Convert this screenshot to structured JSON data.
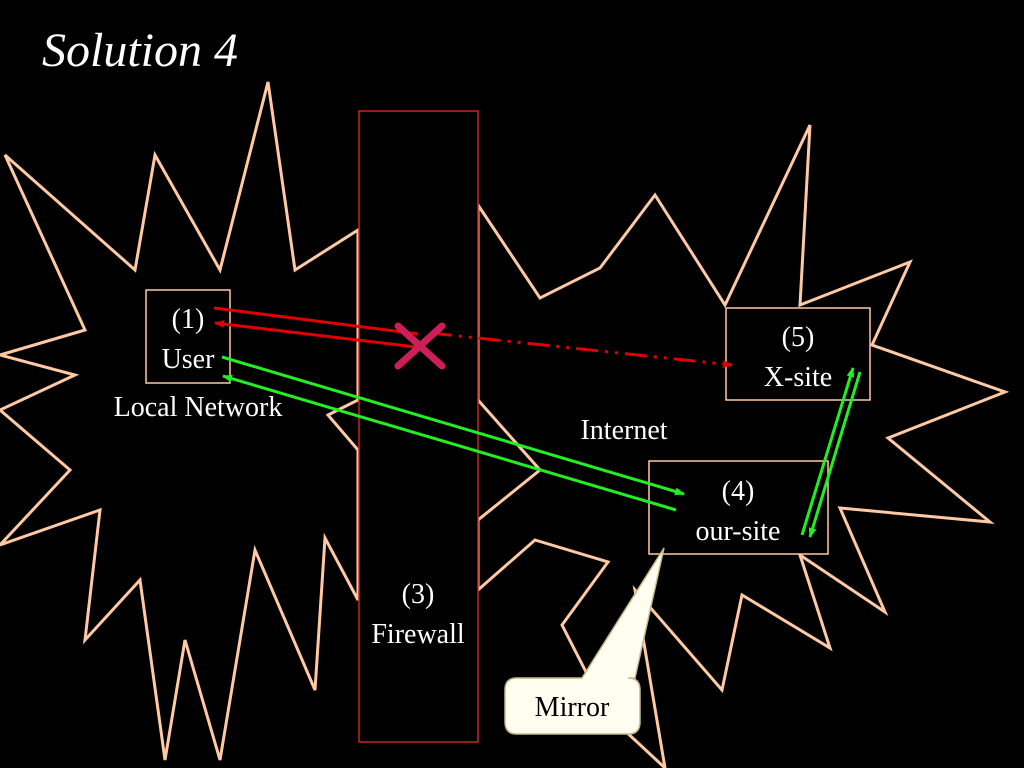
{
  "slide": {
    "title": "Solution 4"
  },
  "nodes": {
    "user": {
      "number": "(1)",
      "name": "User"
    },
    "firewall": {
      "number": "(3)",
      "name": "Firewall"
    },
    "our_site": {
      "number": "(4)",
      "name": "our-site"
    },
    "x_site": {
      "number": "(5)",
      "name": "X-site"
    }
  },
  "regions": {
    "local_network": "Local Network",
    "internet": "Internet"
  },
  "callout": {
    "text": "Mirror"
  },
  "colors": {
    "background": "#000000",
    "cloud_outline": "#ffc9a3",
    "box_outline": "#ffc9a3",
    "firewall_outline": "#cc2222",
    "blocked_arrow": "#e00000",
    "allowed_arrow": "#22ee22",
    "blocked_mark": "#cc1f5a",
    "text": "#ffffff"
  }
}
